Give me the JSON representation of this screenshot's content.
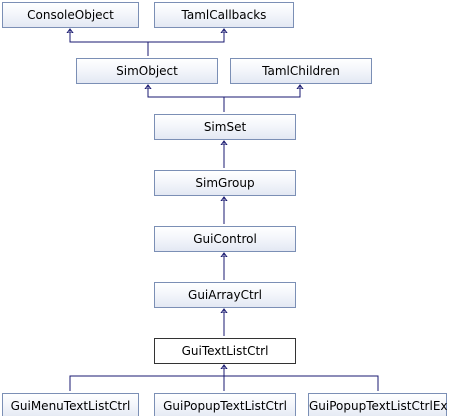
{
  "diagram": {
    "nodes": {
      "console_object": "ConsoleObject",
      "taml_callbacks": "TamlCallbacks",
      "sim_object": "SimObject",
      "taml_children": "TamlChildren",
      "sim_set": "SimSet",
      "sim_group": "SimGroup",
      "gui_control": "GuiControl",
      "gui_array_ctrl": "GuiArrayCtrl",
      "gui_text_list_ctrl": "GuiTextListCtrl",
      "gui_menu_text_list_ctrl": "GuiMenuTextListCtrl",
      "gui_popup_text_list_ctrl": "GuiPopupTextListCtrl",
      "gui_popup_text_list_ctrl_ex": "GuiPopupTextListCtrlEx"
    },
    "current_node": "GuiTextListCtrl",
    "colors": {
      "edge": "#191970",
      "node_border": "#7b8fb5",
      "current_border": "#333333"
    }
  }
}
